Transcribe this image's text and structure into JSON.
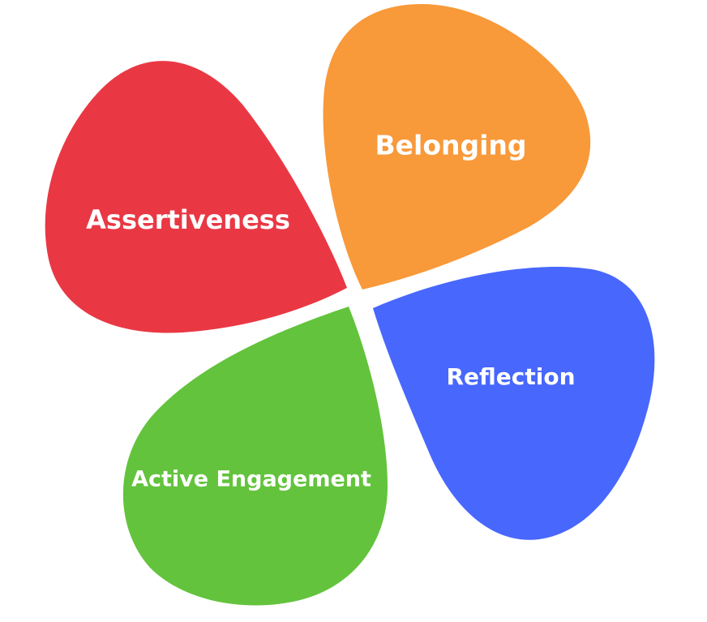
{
  "petals": [
    {
      "key": "belonging",
      "label": "Belonging",
      "color": "#F8993A"
    },
    {
      "key": "assertiveness",
      "label": "Assertiveness",
      "color": "#E93844"
    },
    {
      "key": "reflection",
      "label": "Reflection",
      "color": "#4867FD"
    },
    {
      "key": "active_engagement",
      "label": "Active Engagement",
      "color": "#63C33D"
    }
  ]
}
